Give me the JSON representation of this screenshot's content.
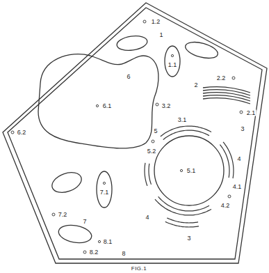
{
  "diagram": {
    "caption": "FIG.1",
    "labels": [
      "1.2",
      "1",
      "1.1",
      "6",
      "2",
      "2.2",
      "2.1",
      "6.1",
      "3.2",
      "3.1",
      "3",
      "5",
      "5.2",
      "4",
      "5.1",
      "6.2",
      "4.1",
      "7.1",
      "4.2",
      "7.2",
      "7",
      "4",
      "3",
      "8.1",
      "8.2",
      "8"
    ]
  }
}
